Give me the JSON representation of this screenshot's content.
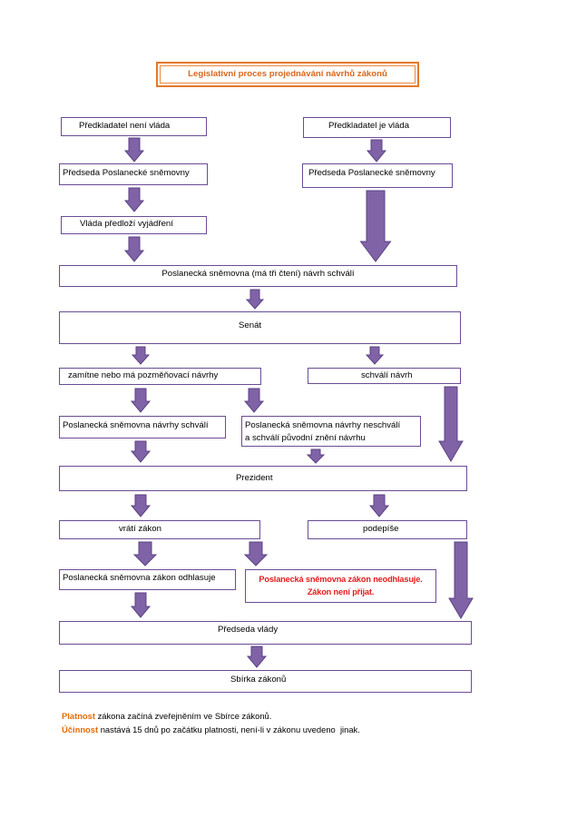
{
  "title": "Legislativní proces projednávání návrhů zákonů",
  "nodes": {
    "predkladatel_neni_vlada": "Předkladatel není vláda",
    "predkladatel_je_vlada": "Předkladatel je vláda",
    "predseda_ps_left": "Předseda Poslanecké sněmovny",
    "predseda_ps_right": "Předseda Poslanecké sněmovny",
    "vlada_vyjadreni": "Vláda předloží vyjádření",
    "ps_schvali": "Poslanecká sněmovna (má tři čtení) návrh schválí",
    "senat": "Senát",
    "senat_zamitne": "zamítne nebo má pozměňovací návrhy",
    "senat_schvali": "schválí návrh",
    "ps_navrhy_schvali": "Poslanecká sněmovna návrhy schválí",
    "ps_navrhy_neschvali_line1": "Poslanecká sněmovna návrhy neschválí",
    "ps_navrhy_neschvali_line2": "a schválí původní znění návrhu",
    "prezident": "Prezident",
    "prezident_vrati": "vrátí zákon",
    "prezident_podepise": "podepíše",
    "ps_odhlasuje": "Poslanecká sněmovna zákon odhlasuje",
    "ps_neodhlasuje_line1": "Poslanecká sněmovna zákon neodhlasuje.",
    "ps_neodhlasuje_line2": "Zákon není přijat.",
    "predseda_vlady": "Předseda vlády",
    "sbirka": "Sbírka zákonů"
  },
  "notes": [
    {
      "term": "Platnost",
      "text": " zákona začíná zveřejněním ve Sbírce zákonů."
    },
    {
      "term": "Účinnost",
      "text": " nastává 15 dnů po začátku platnosti, není-li v zákonu uvedeno  jinak."
    }
  ],
  "colors": {
    "title": "#d9661a",
    "box_border": "#6b4c94",
    "arrow_fill": "#7f63a6",
    "arrow_stroke": "#5c4285",
    "rejected_text": "#e31b1b",
    "note_term": "#e36c09"
  }
}
